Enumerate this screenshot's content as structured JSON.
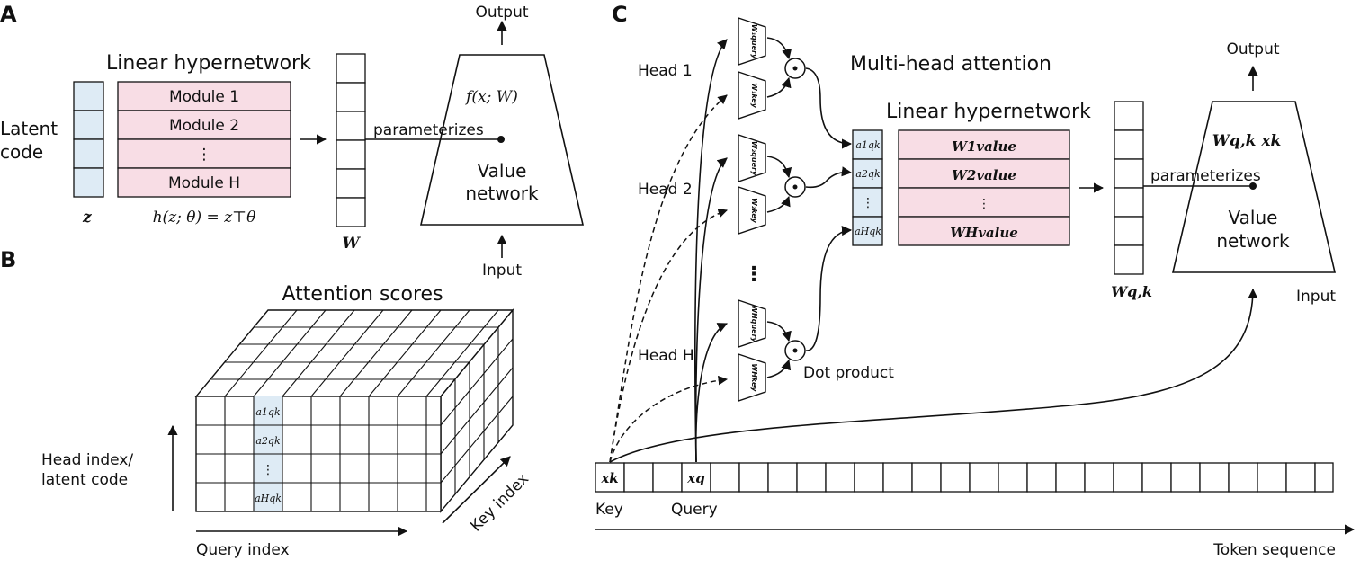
{
  "panels": {
    "a": "A",
    "b": "B",
    "c": "C"
  },
  "panel_a": {
    "hypernet_title": "Linear hypernetwork",
    "latent_label_1": "Latent",
    "latent_label_2": "code",
    "modules": [
      "Module 1",
      "Module 2",
      "⋮",
      "Module H"
    ],
    "z_symbol": "z",
    "formula": "h(z; θ) = z⊤θ",
    "w_symbol": "W",
    "parameterizes": "parameterizes",
    "output": "Output",
    "input": "Input",
    "func": "f(x; W)",
    "value_network_1": "Value",
    "value_network_2": "network"
  },
  "panel_b": {
    "title": "Attention scores",
    "y_axis_1": "Head index/",
    "y_axis_2": "latent code",
    "x_axis": "Query index",
    "z_axis": "Key index",
    "cells": [
      "a1qk",
      "a2qk",
      "⋮",
      "aHqk"
    ]
  },
  "panel_c": {
    "title": "Multi-head attention",
    "hypernet_title": "Linear hypernetwork",
    "heads": [
      "Head 1",
      "Head 2",
      "Head H"
    ],
    "dot_product": "Dot product",
    "dots": "⋮",
    "attention_cells": [
      "a1qk",
      "a2qk",
      "⋮",
      "aHqk"
    ],
    "value_modules": [
      "W1value",
      "W2value",
      "⋮",
      "WHvalue"
    ],
    "w_symbol": "Wq,k",
    "func": "Wq,k xk",
    "parameterizes": "parameterizes",
    "output": "Output",
    "input": "Input",
    "value_network_1": "Value",
    "value_network_2": "network",
    "key_token": "xk",
    "query_token": "xq",
    "key_label": "Key",
    "query_label": "Query",
    "sequence_label": "Token sequence"
  }
}
